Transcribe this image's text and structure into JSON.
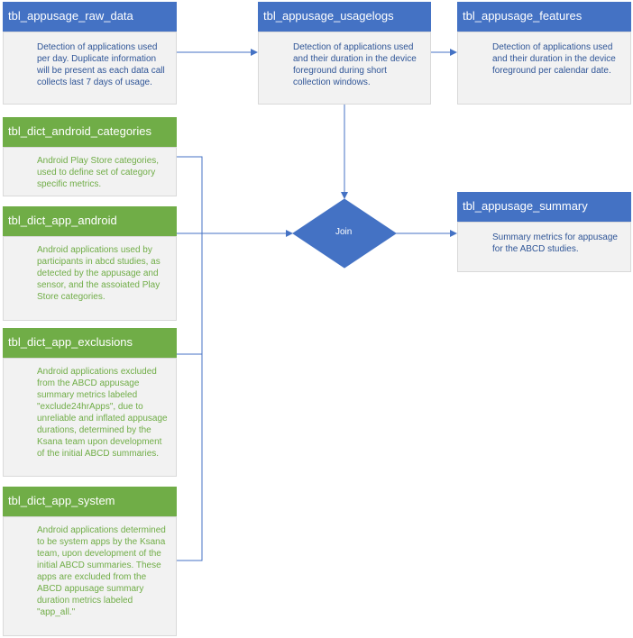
{
  "tables": {
    "raw_data": {
      "title": "tbl_appusage_raw_data",
      "lines": [
        "Detection of applications used",
        "per day. Duplicate information",
        "will be present as each data call",
        "collects last 7 days of usage."
      ]
    },
    "usagelogs": {
      "title": "tbl_appusage_usagelogs",
      "lines": [
        "Detection of applications used",
        "and their duration in the device",
        "foreground during short",
        "collection windows."
      ]
    },
    "features": {
      "title": "tbl_appusage_features",
      "lines": [
        "Detection of applications used",
        "and their duration in the device",
        "foreground per calendar date."
      ]
    },
    "summary": {
      "title": "tbl_appusage_summary",
      "lines": [
        "Summary metrics for appusage",
        "for the ABCD studies."
      ]
    },
    "android_categories": {
      "title": "tbl_dict_android_categories",
      "lines": [
        "Android Play Store categories,",
        "used to define set of category",
        "specific metrics."
      ]
    },
    "app_android": {
      "title": "tbl_dict_app_android",
      "lines": [
        "Android applications used by",
        "participants in abcd studies, as",
        "detected by the appusage and",
        "sensor, and the assoiated Play",
        "Store categories."
      ]
    },
    "app_exclusions": {
      "title": "tbl_dict_app_exclusions",
      "lines": [
        "Android applications excluded",
        "from the ABCD appusage",
        "summary metrics labeled",
        "\"exclude24hrApps\", due to",
        "unreliable and inflated appusage",
        "durations, determined by the",
        "Ksana team upon development",
        "of the initial ABCD summaries."
      ]
    },
    "app_system": {
      "title": "tbl_dict_app_system",
      "lines": [
        "Android applications determined",
        "to be system apps by the Ksana",
        "team, upon development of the",
        "initial ABCD summaries. These",
        "apps are excluded from the",
        "ABCD appusage summary",
        "duration metrics labeled",
        "\"app_all.\""
      ]
    }
  },
  "join": {
    "label": "Join"
  },
  "colors": {
    "blue": "#4472c4",
    "green": "#70ad47",
    "line": "#4472c4"
  }
}
